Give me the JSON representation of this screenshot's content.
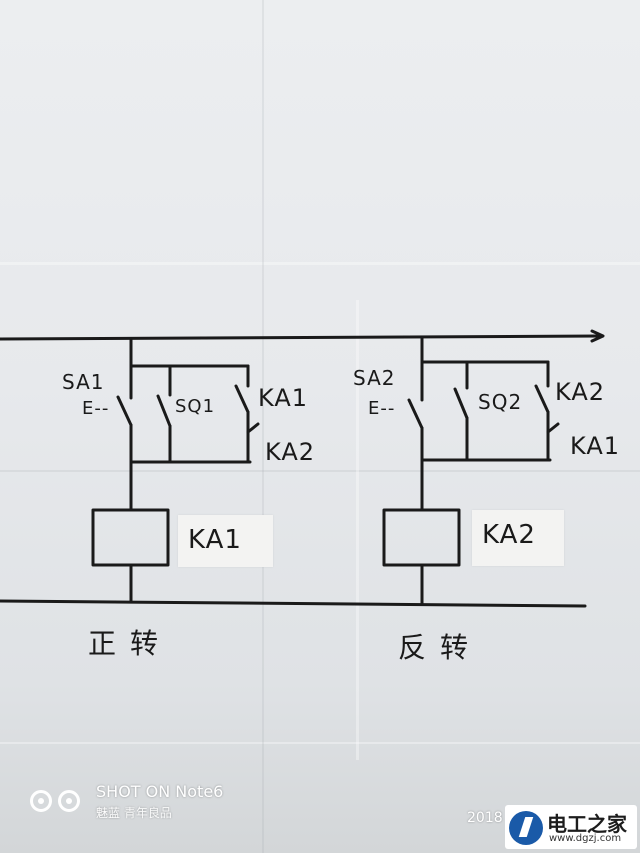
{
  "labels": {
    "sa1": "SA1",
    "sq1": "SQ1",
    "ka1_contact": "KA1",
    "ka2_interlock": "KA2",
    "ka1_coil": "KA1",
    "forward": "正转",
    "sa2": "SA2",
    "sq2": "SQ2",
    "ka2_contact": "KA2",
    "ka1_interlock": "KA1",
    "ka2_coil": "KA2",
    "reverse": "反转",
    "sa1_actuator": "E--",
    "sa2_actuator": "E--"
  },
  "watermark": {
    "shot": "SHOT ON Note6",
    "brand": "魅蓝",
    "tagline": "青年良品",
    "year": "2018"
  },
  "site": {
    "name": "电工之家",
    "url": "www.dgzj.com"
  },
  "colors": {
    "ink": "#1a1a1a",
    "paper": "#e8eaed",
    "logo_blue": "#1a5aa8"
  }
}
